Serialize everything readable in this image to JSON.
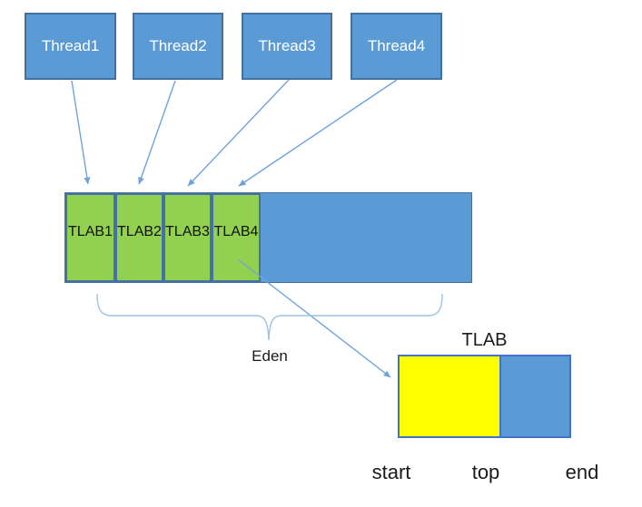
{
  "threads": [
    {
      "label": "Thread1"
    },
    {
      "label": "Thread2"
    },
    {
      "label": "Thread3"
    },
    {
      "label": "Thread4"
    }
  ],
  "eden": {
    "label": "Eden",
    "tlabs": [
      {
        "label": "TLAB1"
      },
      {
        "label": "TLAB2"
      },
      {
        "label": "TLAB3"
      },
      {
        "label": "TLAB4"
      }
    ]
  },
  "tlab_detail": {
    "title": "TLAB",
    "pointer_start": "start",
    "pointer_top": "top",
    "pointer_end": "end"
  },
  "colors": {
    "box_blue_fill": "#5B9BD5",
    "box_blue_border": "#41719C",
    "tlab_green_fill": "#92D050",
    "tlab_green_border": "#4472A8",
    "detail_border_blue": "#4472C4",
    "used_yellow": "#FFFF00",
    "arrow_blue": "#6FA3DB",
    "brace_light_blue": "#9CC2E5",
    "text_black": "#1A1A1A",
    "text_white": "#FFFFFF"
  }
}
